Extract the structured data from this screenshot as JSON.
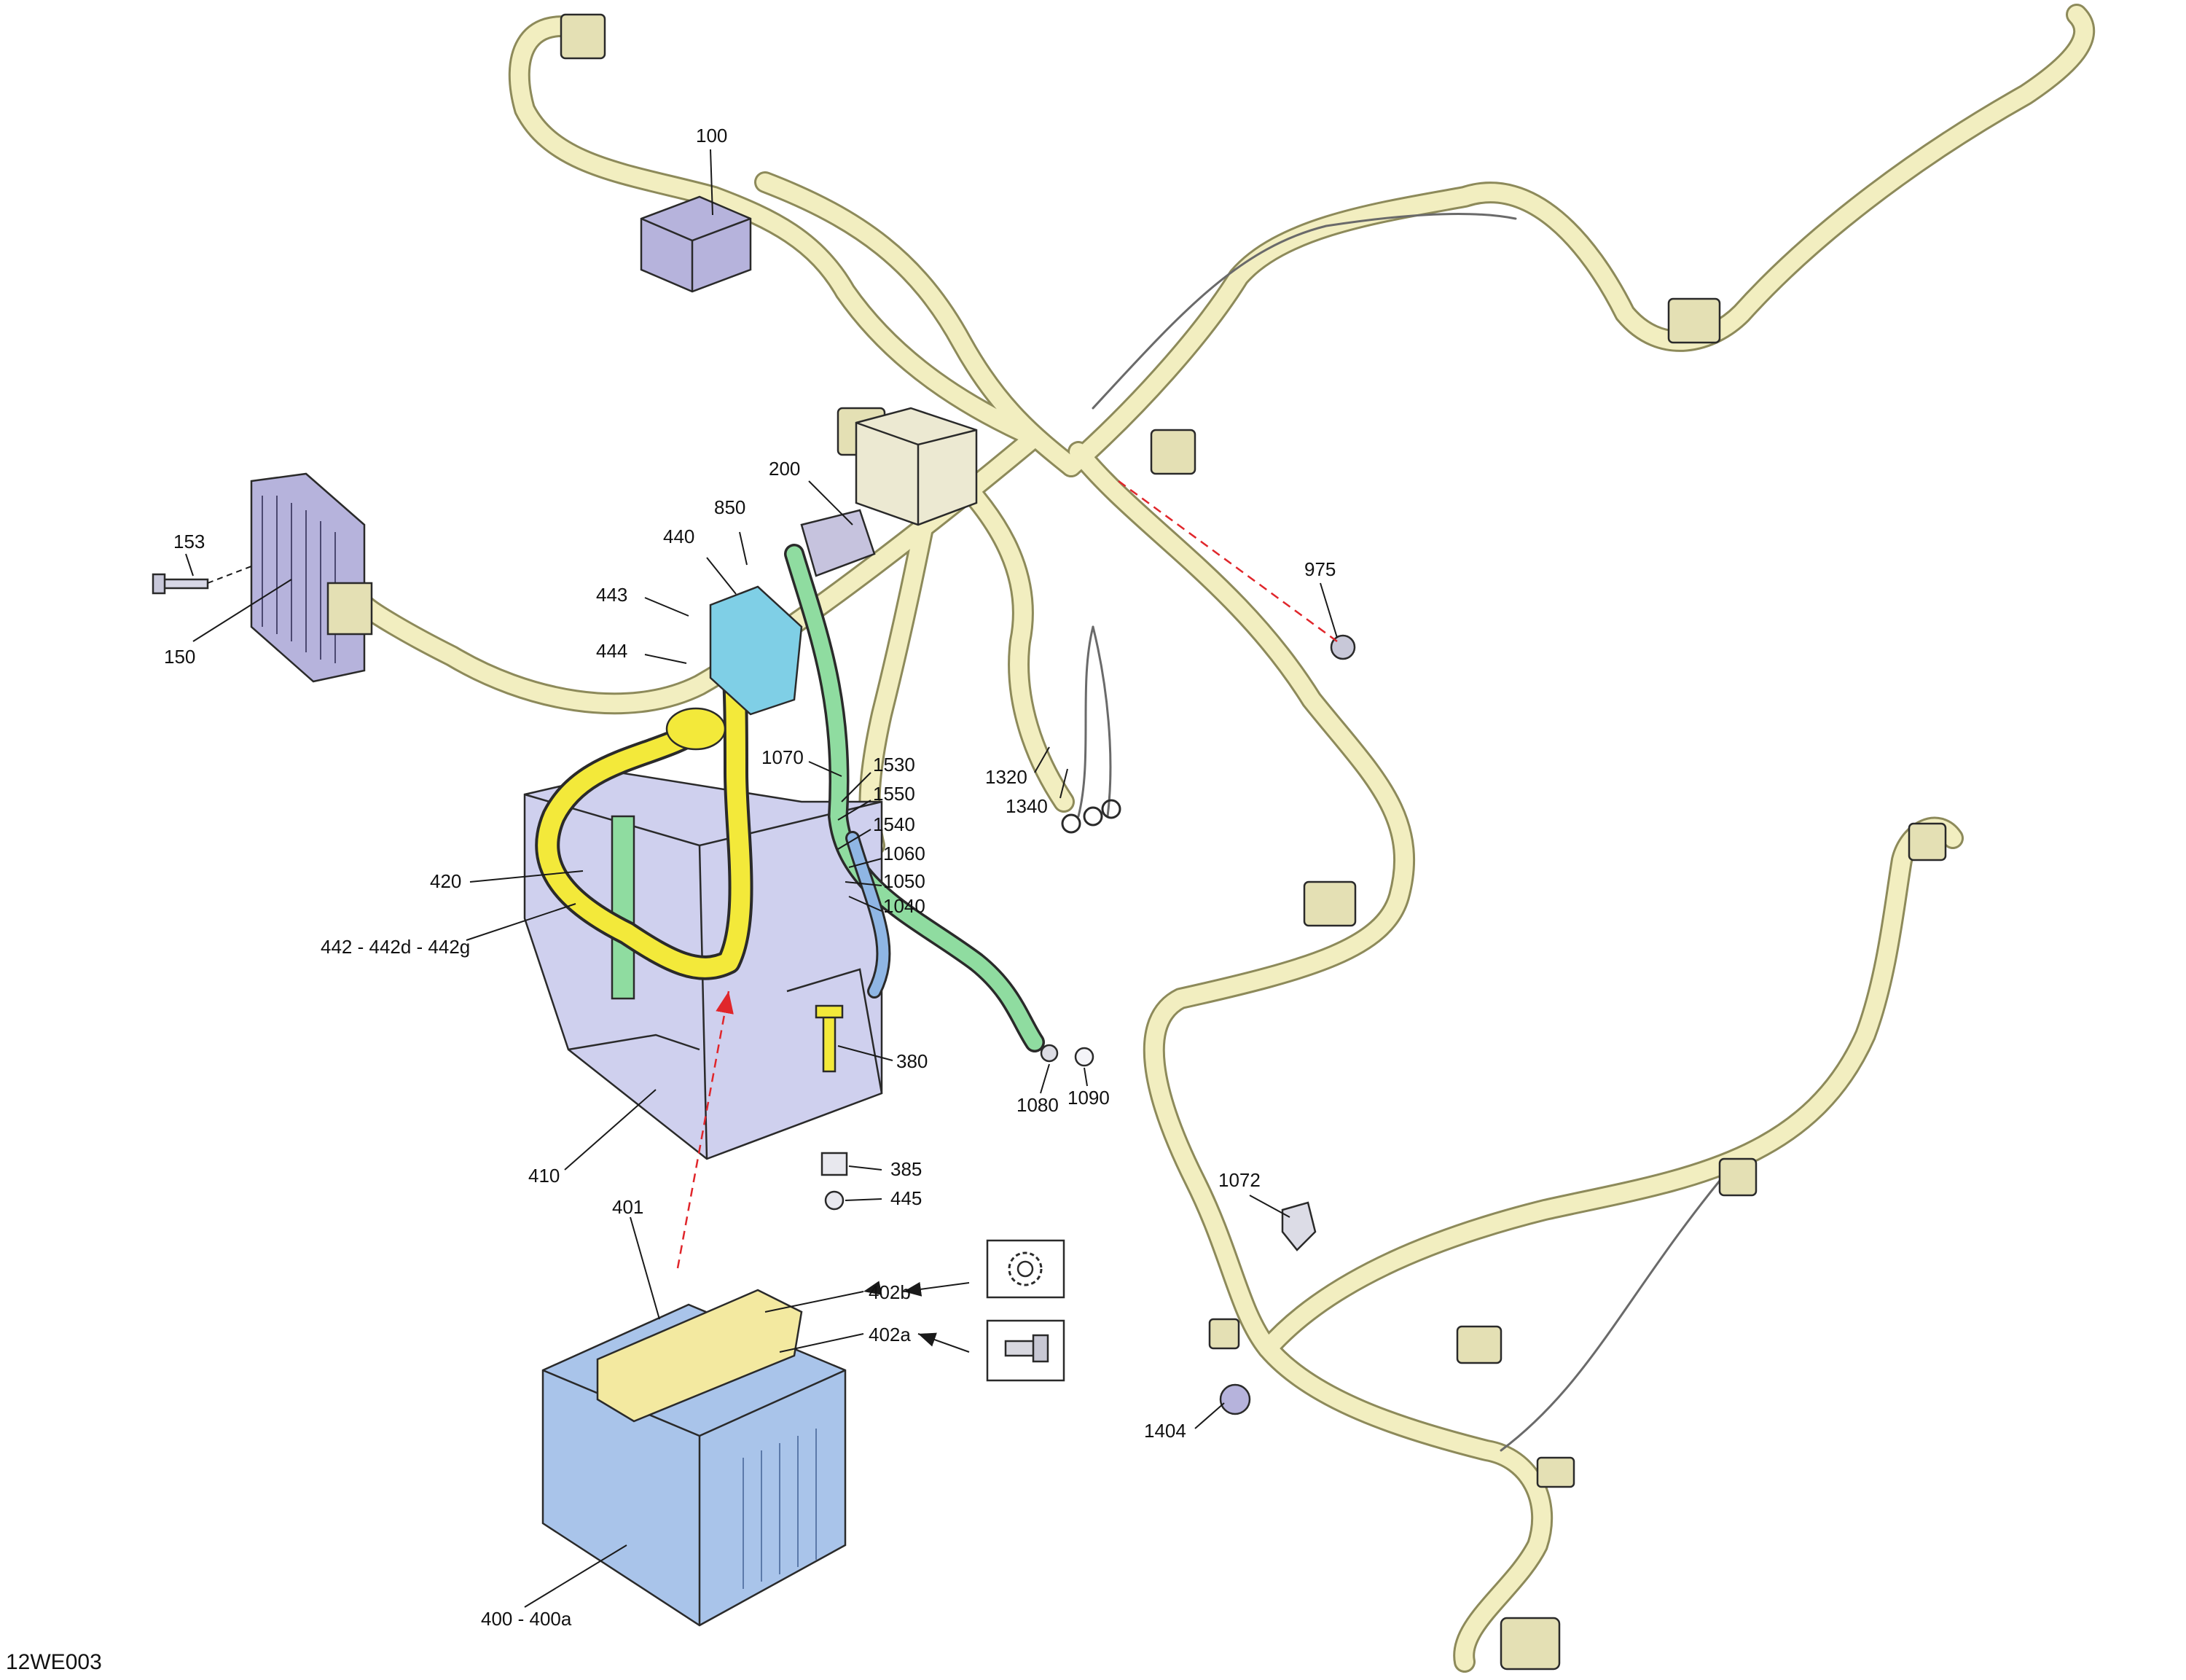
{
  "diagram": {
    "reference_code": "12WE003",
    "colors": {
      "harness": "#f2eec0",
      "harness_edge": "#8d8a5a",
      "regulator": "#b6b3dc",
      "battery": "#a9c4ea",
      "battery_tray": "#cfd0ee",
      "positive_cable": "#f3e93a",
      "ground_cable": "#8fdca0",
      "blue_cable": "#8fb6e4",
      "relay_block": "#ece9d2",
      "cyan_part": "#7fcfe6",
      "dashed_guide": "#e0262b"
    },
    "callouts": [
      {
        "id": "c100",
        "label": "100"
      },
      {
        "id": "c153",
        "label": "153"
      },
      {
        "id": "c150",
        "label": "150"
      },
      {
        "id": "c200",
        "label": "200"
      },
      {
        "id": "c850",
        "label": "850"
      },
      {
        "id": "c440",
        "label": "440"
      },
      {
        "id": "c443",
        "label": "443"
      },
      {
        "id": "c444",
        "label": "444"
      },
      {
        "id": "c975",
        "label": "975"
      },
      {
        "id": "c1070",
        "label": "1070"
      },
      {
        "id": "c1530",
        "label": "1530"
      },
      {
        "id": "c1550",
        "label": "1550"
      },
      {
        "id": "c1540",
        "label": "1540"
      },
      {
        "id": "c1060",
        "label": "1060"
      },
      {
        "id": "c1050",
        "label": "1050"
      },
      {
        "id": "c1040",
        "label": "1040"
      },
      {
        "id": "c1320",
        "label": "1320"
      },
      {
        "id": "c1340",
        "label": "1340"
      },
      {
        "id": "c420",
        "label": "420"
      },
      {
        "id": "c442",
        "label": "442 - 442d - 442g"
      },
      {
        "id": "c380",
        "label": "380"
      },
      {
        "id": "c1080",
        "label": "1080"
      },
      {
        "id": "c1090",
        "label": "1090"
      },
      {
        "id": "c410",
        "label": "410"
      },
      {
        "id": "c385",
        "label": "385"
      },
      {
        "id": "c445",
        "label": "445"
      },
      {
        "id": "c1072",
        "label": "1072"
      },
      {
        "id": "c401",
        "label": "401"
      },
      {
        "id": "c402b",
        "label": "402b"
      },
      {
        "id": "c402a",
        "label": "402a"
      },
      {
        "id": "c1404",
        "label": "1404"
      },
      {
        "id": "c400",
        "label": "400 - 400a"
      }
    ]
  }
}
